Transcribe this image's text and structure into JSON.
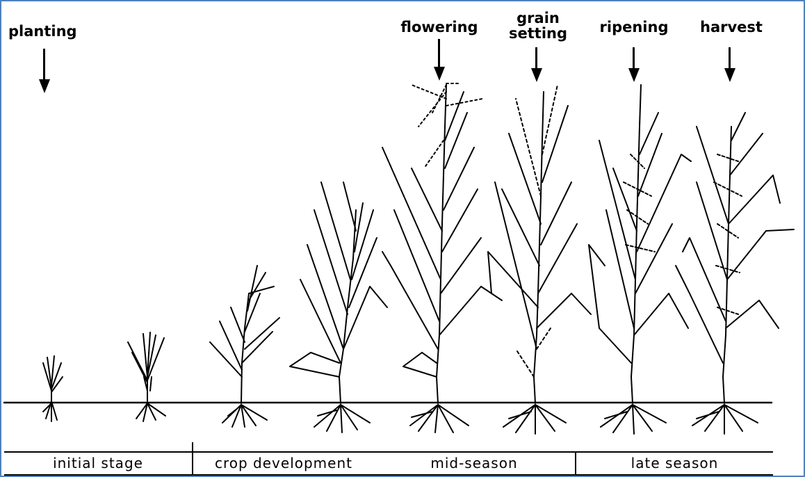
{
  "events": [
    {
      "id": "planting",
      "label": "planting"
    },
    {
      "id": "flowering",
      "label": "flowering"
    },
    {
      "id": "grain-setting",
      "label": "grain\nsetting"
    },
    {
      "id": "ripening",
      "label": "ripening"
    },
    {
      "id": "harvest",
      "label": "harvest"
    }
  ],
  "stages": [
    {
      "id": "initial",
      "label": "initial stage"
    },
    {
      "id": "crop-development",
      "label": "crop development"
    },
    {
      "id": "mid-season",
      "label": "mid-season"
    },
    {
      "id": "late-season",
      "label": "late season"
    }
  ],
  "colors": {
    "frame": "#4f81bd",
    "ink": "#000000"
  }
}
